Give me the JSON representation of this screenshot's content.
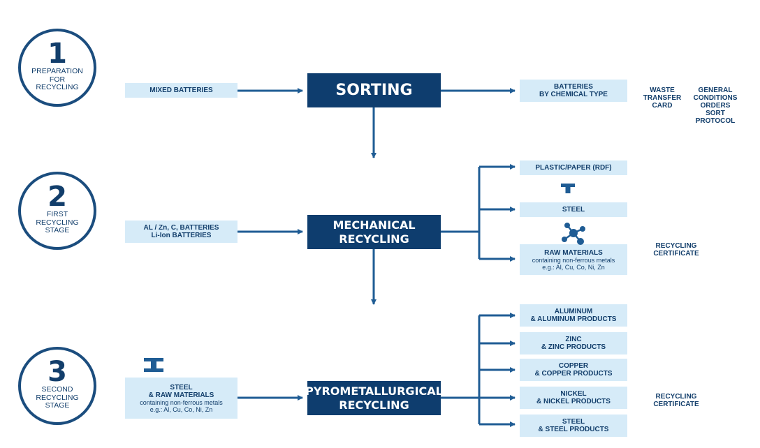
{
  "stages": [
    {
      "number": "1",
      "label": "PREPARATION\nFOR\nRECYCLING"
    },
    {
      "number": "2",
      "label": "FIRST\nRECYCLING\nSTAGE"
    },
    {
      "number": "3",
      "label": "SECOND\nRECYCLING\nSTAGE"
    }
  ],
  "inputs": {
    "mixed": "MIXED  BATTERIES",
    "al_zn_line1": "AL / Zn, C, BATTERIES",
    "al_zn_line2": "Li-Ion BATTERIES",
    "steel_line1": "STEEL",
    "steel_line2": "& RAW MATERIALS",
    "steel_sub1": "containing non-ferrous metals",
    "steel_sub2": "e.g.: Al, Cu, Co, Ni, Zn"
  },
  "processes": {
    "sorting": "SORTING",
    "mechanical_line1": "MECHANICAL",
    "mechanical_line2": "RECYCLING",
    "pyro_line1": "PYROMETALLURGICAL",
    "pyro_line2": "RECYCLING"
  },
  "outputs": {
    "batteries_line1": "BATTERIES",
    "batteries_line2": "BY CHEMICAL TYPE",
    "plastic": "PLASTIC/PAPER (RDF)",
    "steel": "STEEL",
    "raw_line1": "RAW MATERIALS",
    "raw_sub1": "containing non-ferrous metals",
    "raw_sub2": "e.g.: Al, Cu, Co, Ni, Zn",
    "aluminum_line1": "ALUMINUM",
    "aluminum_line2": "& ALUMINUM PRODUCTS",
    "zinc_line1": "ZINC",
    "zinc_line2": "& ZINC PRODUCTS",
    "copper_line1": "COPPER",
    "copper_line2": "& COPPER PRODUCTS",
    "nickel_line1": "NICKEL",
    "nickel_line2": "& NICKEL PRODUCTS",
    "steel2_line1": "STEEL",
    "steel2_line2": "& STEEL PRODUCTS"
  },
  "documents": {
    "waste_transfer": "WASTE\nTRANSFER\nCARD",
    "general_conditions": "GENERAL\nCONDITIONS\nORDERS\nSORT\nPROTOCOL",
    "cert1": "RECYCLING\nCERTIFICATE",
    "cert2": "RECYCLING\nCERTIFICATE"
  },
  "icons": [
    "steel-beam-icon",
    "molecule-icon",
    "i-beam-icon"
  ],
  "colors": {
    "dark_blue": "#0e3d6e",
    "light_blue": "#d6ebf8",
    "arrow": "#1f5c94"
  }
}
